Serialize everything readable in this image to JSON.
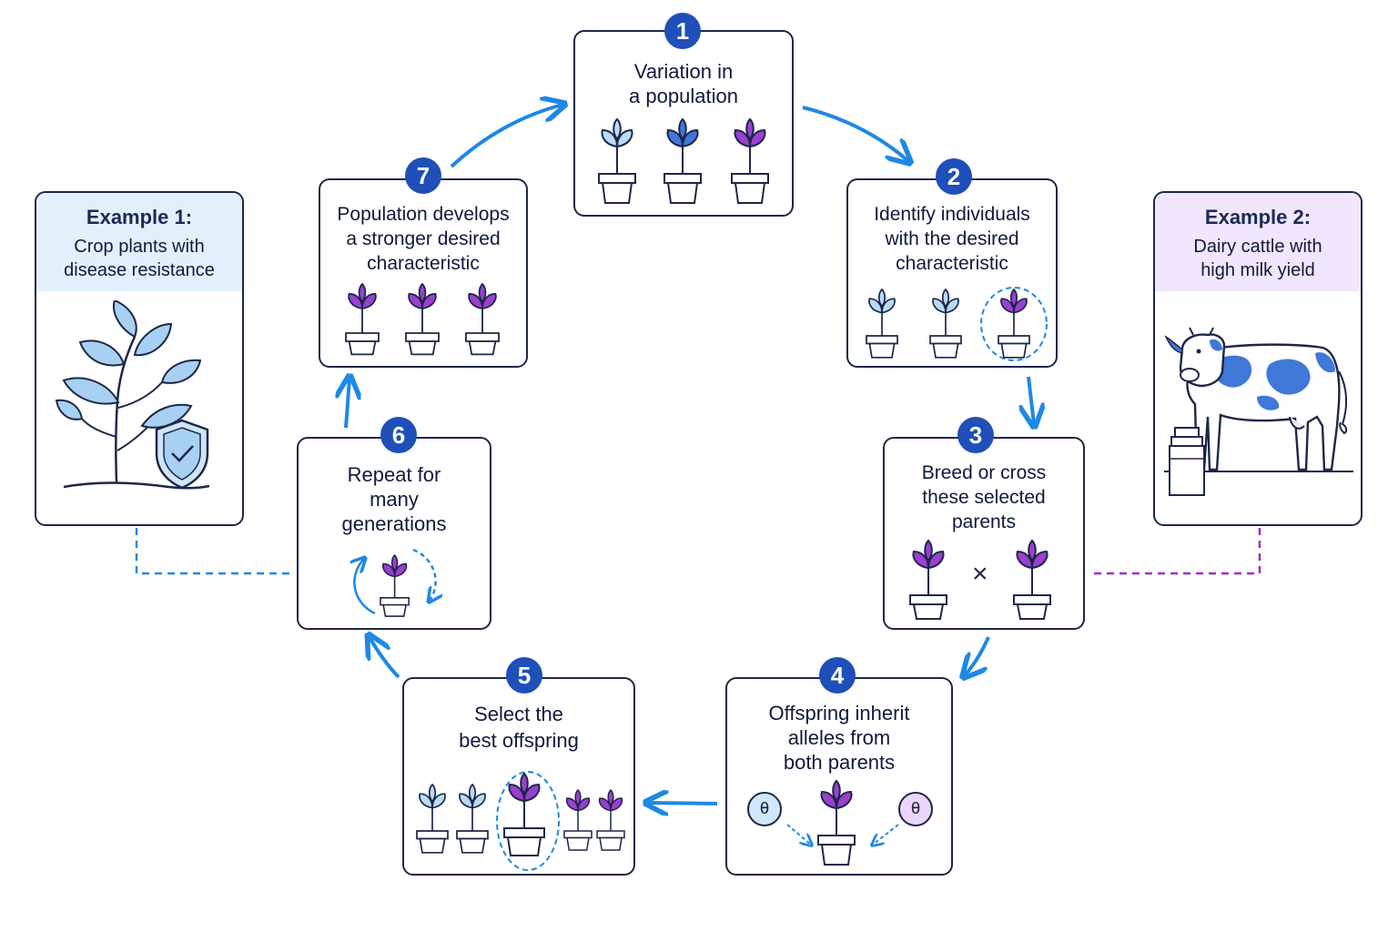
{
  "steps": [
    {
      "num": "1",
      "line1": "Variation in",
      "line2": "a population"
    },
    {
      "num": "2",
      "line1": "Identify individuals",
      "line2": "with the desired",
      "line3": "characteristic"
    },
    {
      "num": "3",
      "line1": "Breed or cross",
      "line2": "these selected",
      "line3": "parents"
    },
    {
      "num": "4",
      "line1": "Offspring inherit",
      "line2": "alleles from",
      "line3": "both parents"
    },
    {
      "num": "5",
      "line1": "Select the",
      "line2": "best offspring"
    },
    {
      "num": "6",
      "line1": "Repeat for",
      "line2": "many",
      "line3": "generations"
    },
    {
      "num": "7",
      "line1": "Population develops",
      "line2": "a stronger desired",
      "line3": "characteristic"
    }
  ],
  "cross_symbol": "×",
  "allele_symbol": "θ",
  "examples": [
    {
      "title": "Example 1:",
      "line1": "Crop plants with",
      "line2": "disease resistance",
      "header_color": "#e3f0fc",
      "icon": "plant-shield-icon"
    },
    {
      "title": "Example 2:",
      "line1": "Dairy cattle with",
      "line2": "high milk yield",
      "header_color": "#f1e6fb",
      "icon": "cow-icon"
    }
  ],
  "colors": {
    "arrow": "#1e88e5",
    "outline": "#1d2747",
    "step_badge": "#1f4fb8",
    "leaf_purple": "#9b3fd0",
    "leaf_blue": "#3f78d8",
    "leaf_light": "#b9dcf5",
    "example1_link": "#1e88e5",
    "example2_link": "#a42ad0"
  }
}
